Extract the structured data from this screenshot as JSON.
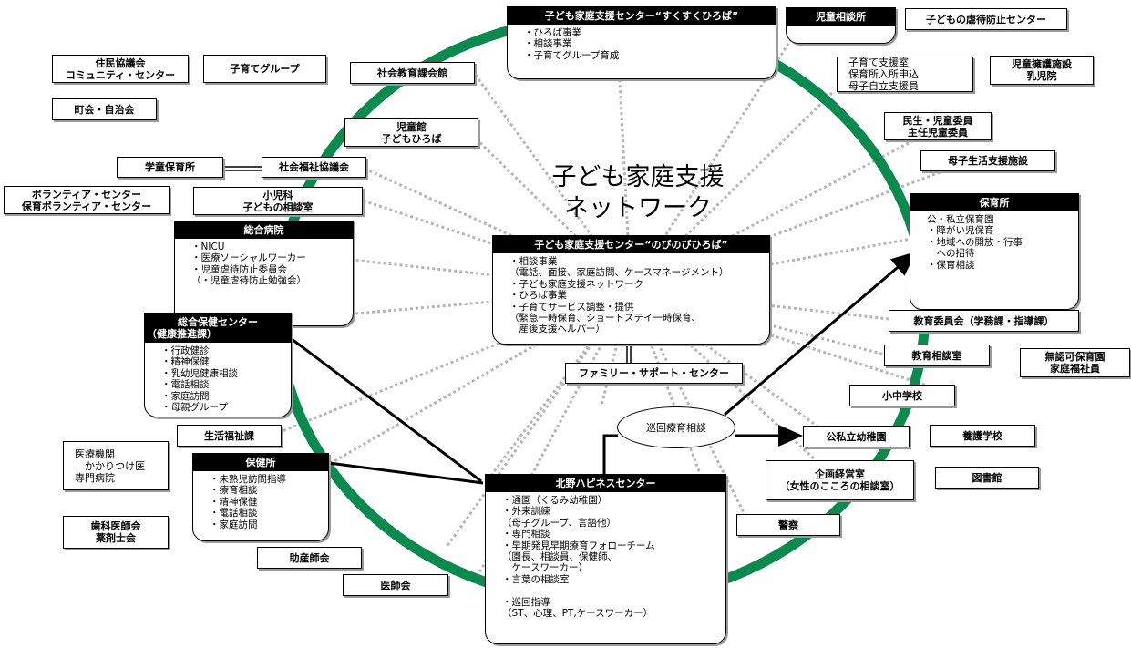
{
  "title": [
    "子ども家庭支援",
    "ネットワーク"
  ],
  "colors": {
    "ring": "#0b8a4f",
    "dotted": "#b5b5b5",
    "header_bg": "#000000"
  },
  "cards": {
    "sukusuku": {
      "header": "子ども家庭支援センター“すくすくひろば”",
      "items": [
        "・ひろば事業",
        "・相談事業",
        "・子育てグループ育成"
      ]
    },
    "jidou_soudanjo": {
      "header": "児童相談所",
      "items": []
    },
    "nobinobi": {
      "header": "子ども家庭支援センター“のびのびひろば”",
      "items": [
        "・相談事業",
        "（電話、面接、家庭訪問、ケースマネージメント）",
        "・子ども家庭支援ネットワーク",
        "・ひろば事業",
        "・子育てサービス調整・提供",
        "（緊急一時保育、ショートステイ一時保育、",
        "　産後支援ヘルパー）"
      ]
    },
    "hoikusho": {
      "header": "保育所",
      "items": [
        "公・私立保育園",
        "・障がい児保育",
        "・地域への開放・行事",
        "　への招待",
        "・保育相談"
      ]
    },
    "sougou_byouin": {
      "header": "総合病院",
      "items": [
        "・NICU",
        "・医療ソーシャルワーカー",
        "・児童虐待防止委員会",
        "（・児童虐待防止勉強会）"
      ]
    },
    "sougou_hoken": {
      "header": "総合保健センター\n（健康推進課）",
      "header_lines": [
        "総合保健センター",
        "（健康推進課）"
      ],
      "items": [
        "・行政健診",
        "・精神保健",
        "・乳幼児健康相談",
        "・電話相談",
        "・家庭訪問",
        "・母親グループ"
      ]
    },
    "hokenjo": {
      "header": "保健所",
      "items": [
        "・未熟児訪問指導",
        "・療育相談",
        "・精神保健",
        "・電話相談",
        "・家庭訪問"
      ]
    },
    "kitano": {
      "header": "北野ハピネスセンター",
      "items": [
        "・通園（くるみ幼稚園）",
        "・外来訓練",
        "（母子グループ、言語他）",
        "・専門相談",
        "・早期発見早期療育フォローチーム",
        "（園長、相談員、保健師、",
        "　ケースワーカー）",
        "・言葉の相談室",
        "",
        "・巡回指導",
        "（ST、心理、PT,ケースワーカー）"
      ]
    }
  },
  "nodes": {
    "gyakutai_center": [
      "子どもの虐待防止センター"
    ],
    "kosodate_shienshitsu": [
      "子育て支援室",
      "保育所入所申込",
      "母子自立支援員"
    ],
    "jidou_yougo": [
      "児童擁護施設",
      "乳児院"
    ],
    "minsei": [
      "民生・児童委員",
      "主任児童委員"
    ],
    "boshi_seikatsu": [
      "母子生活支援施設"
    ],
    "juumin": [
      "住民協議会",
      "コミュニティ・センター"
    ],
    "kosodate_group": [
      "子育てグループ"
    ],
    "chokai": [
      "町会・自治会"
    ],
    "shakai_kyouiku": [
      "社会教育課会館"
    ],
    "jidoukan": [
      "児童館",
      "子どもひろば"
    ],
    "gakudou": [
      "学童保育所"
    ],
    "shakyo": [
      "社会福祉協議会"
    ],
    "volunteer": [
      "ボランティア・センター",
      "保育ボランティア・センター"
    ],
    "shounika": [
      "小児科",
      "子どもの相談室"
    ],
    "kyouiku_iinkai": [
      "教育委員会（学務課・指導課）"
    ],
    "kyouiku_soudan": [
      "教育相談室"
    ],
    "muninka": [
      "無認可保育園",
      "家庭福祉員"
    ],
    "shouchuu": [
      "小中学校"
    ],
    "family_support": [
      "ファミリー・サポート・センター"
    ],
    "youchien": [
      "公私立幼稚園"
    ],
    "yougo_gakkou": [
      "養護学校"
    ],
    "kikaku": [
      "企画経営室",
      "（女性のこころの相談室）"
    ],
    "toshokan": [
      "図書館"
    ],
    "keisatsu": [
      "警察"
    ],
    "seikatsu_fukushi": [
      "生活福祉課"
    ],
    "iryou_kikan": [
      "医療機関",
      "　かかりつけ医",
      "専門病院"
    ],
    "shika": [
      "歯科医師会",
      "薬剤士会"
    ],
    "josanshi": [
      "助産師会"
    ],
    "ishikai": [
      "医師会"
    ]
  },
  "ellipse": {
    "junkai": "巡回療育相談"
  }
}
